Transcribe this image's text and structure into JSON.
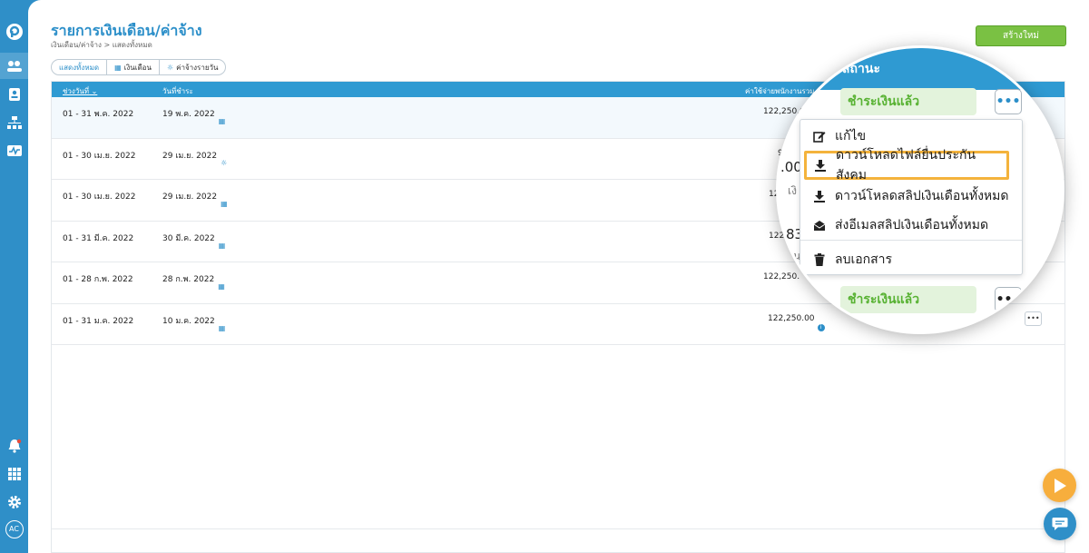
{
  "page": {
    "title": "รายการเงินเดือน/ค่าจ้าง",
    "breadcrumb": "เงินเดือน/ค่าจ้าง > แสดงทั้งหมด",
    "create_button": "สร้างใหม่"
  },
  "filters": [
    {
      "label": "แสดงทั้งหมด",
      "active": true
    },
    {
      "label": "เงินเดือน",
      "active": false
    },
    {
      "label": "ค่าจ้างรายวัน",
      "active": false
    }
  ],
  "table": {
    "headers": {
      "period": "ช่วงวันที่",
      "pay_date": "วันที่ชำระ",
      "total_cost": "ค่าใช้จ่ายพนักงานรวม"
    },
    "rows": [
      {
        "period": "01 - 31 พ.ค. 2022",
        "pay_date": "19 พ.ค. 2022",
        "amount": "122,250.0"
      },
      {
        "period": "01 - 30 เม.ย. 2022",
        "pay_date": "29 เม.ย. 2022",
        "amount": "9"
      },
      {
        "period": "01 - 30 เม.ย. 2022",
        "pay_date": "29 เม.ย. 2022",
        "amount": "12"
      },
      {
        "period": "01 - 31 มี.ค. 2022",
        "pay_date": "30 มี.ค. 2022",
        "amount": "122,"
      },
      {
        "period": "01 - 28 ก.พ. 2022",
        "pay_date": "28 ก.พ. 2022",
        "amount": "122,250."
      },
      {
        "period": "01 - 31 ม.ค. 2022",
        "pay_date": "10 ม.ค. 2022",
        "amount": "122,250.00"
      }
    ]
  },
  "magnifier": {
    "header": "สถานะ",
    "status_label": "ชำระเงินแล้ว",
    "fragments": [
      ".00",
      "83",
      "เงิ",
      "น"
    ],
    "menu": [
      {
        "label": "แก้ไข",
        "icon": "edit-icon"
      },
      {
        "label": "ดาวน์โหลดไฟล์ยื่นประกันสังคม",
        "icon": "download-icon",
        "highlighted": true
      },
      {
        "label": "ดาวน์โหลดสลิปเงินเดือนทั้งหมด",
        "icon": "download-icon"
      },
      {
        "label": "ส่งอีเมลสลิปเงินเดือนทั้งหมด",
        "icon": "envelope-icon"
      },
      {
        "label": "ลบเอกสาร",
        "icon": "trash-icon"
      }
    ]
  },
  "avatar": "AC",
  "colors": {
    "primary": "#2f8fc8",
    "success": "#7ac143",
    "highlight": "#f4b33c",
    "fab": "#f7ae3d"
  }
}
